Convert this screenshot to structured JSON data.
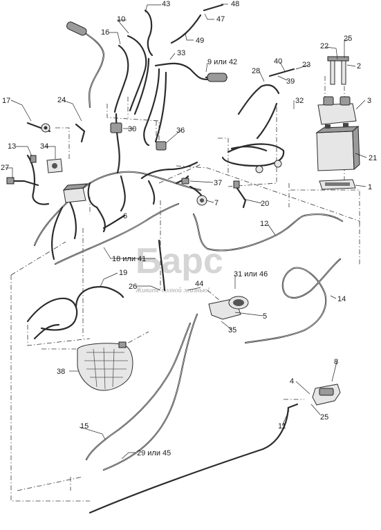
{
  "watermark": {
    "logo": "Барс",
    "tagline": "Живите полной жизнью!"
  },
  "callouts": [
    "43",
    "48",
    "10",
    "47",
    "16",
    "49",
    "33",
    "9 или 42",
    "22",
    "25",
    "40",
    "23",
    "2",
    "28",
    "39",
    "3",
    "17",
    "24",
    "32",
    "30",
    "36",
    "34",
    "13",
    "21",
    "27",
    "37",
    "20",
    "1",
    "7",
    "12",
    "6",
    "18 или 41",
    "19",
    "31 или 46",
    "26",
    "44",
    "14",
    "5",
    "35",
    "8",
    "38",
    "4",
    "25",
    "15",
    "11",
    "29 или 45"
  ]
}
